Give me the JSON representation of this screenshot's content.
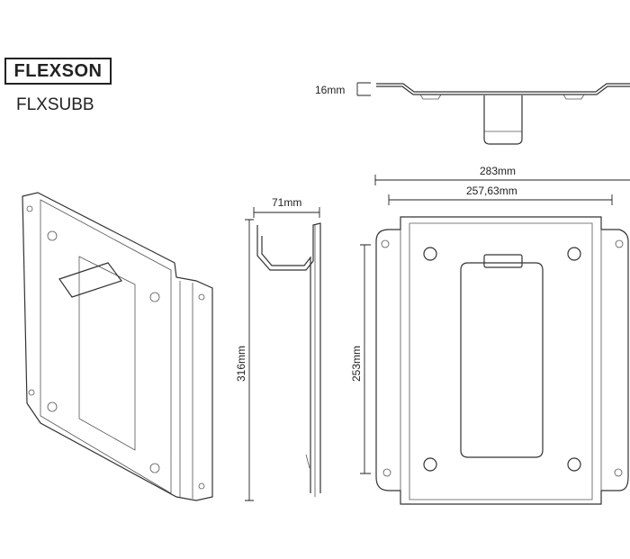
{
  "brand": {
    "logo": "FLEXSON",
    "model": "FLXSUBB"
  },
  "dimensions": {
    "depth": "16mm",
    "outer_width": "283mm",
    "inner_width": "257,63mm",
    "side_depth": "71mm",
    "height": "316mm",
    "hole_spacing": "253mm"
  }
}
